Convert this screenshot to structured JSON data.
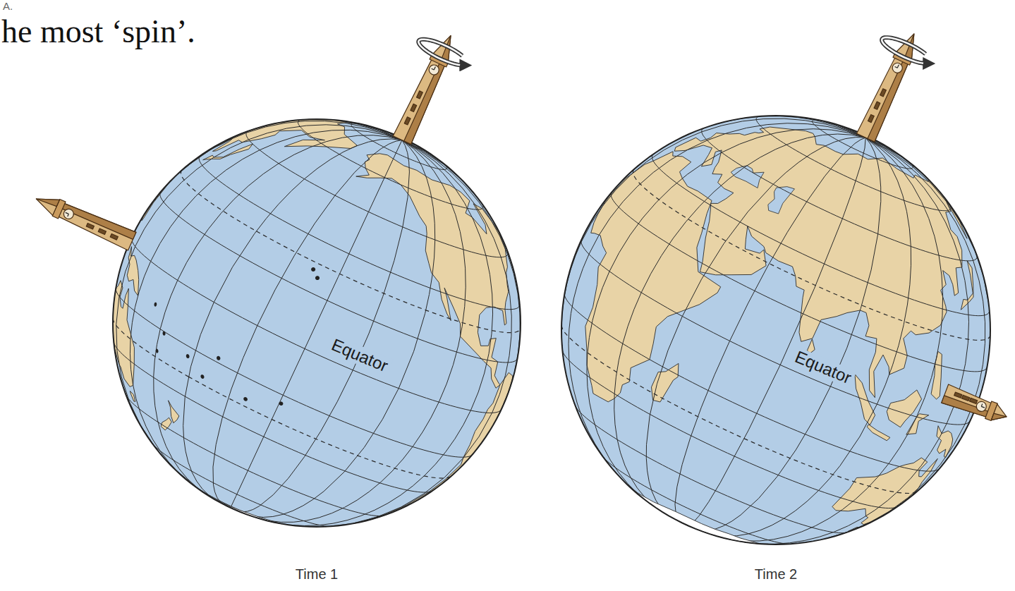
{
  "diagram": {
    "title": "he most ‘spin’.",
    "labels": [
      "A.",
      "Equator",
      "Equator",
      "Time 1",
      "Time 2"
    ]
  }
}
